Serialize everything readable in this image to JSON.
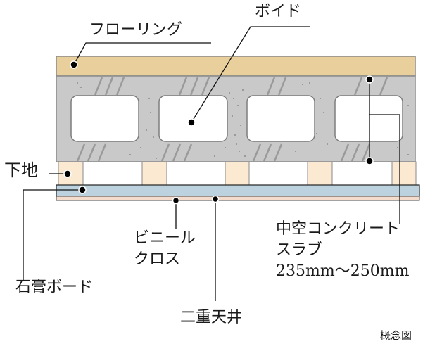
{
  "diagram": {
    "type": "cross-section",
    "subject": "hollow concrete slab floor/ceiling construction",
    "colors": {
      "flooring": "#e8cf9c",
      "slab": "#c9c9c9",
      "slab_outline": "#8a8a8a",
      "hatch": "#9a9a9a",
      "void": "#ffffff",
      "support": "#fbe9d2",
      "gypsum_board": "#bcd3df",
      "vinyl_cloth": "#f3dccb",
      "leader": "#111111"
    },
    "labels": {
      "flooring": "フローリング",
      "void": "ボイド",
      "base": "下地",
      "gypsum_board": "石膏ボード",
      "vinyl_cloth": "ビニール\nクロス",
      "double_ceiling": "二重天井",
      "slab": "中空コンクリート\nスラブ\n235mm～250mm",
      "note": "概念図"
    },
    "slab_thickness": "235mm～250mm",
    "void_count": 4,
    "support_count": 5
  }
}
